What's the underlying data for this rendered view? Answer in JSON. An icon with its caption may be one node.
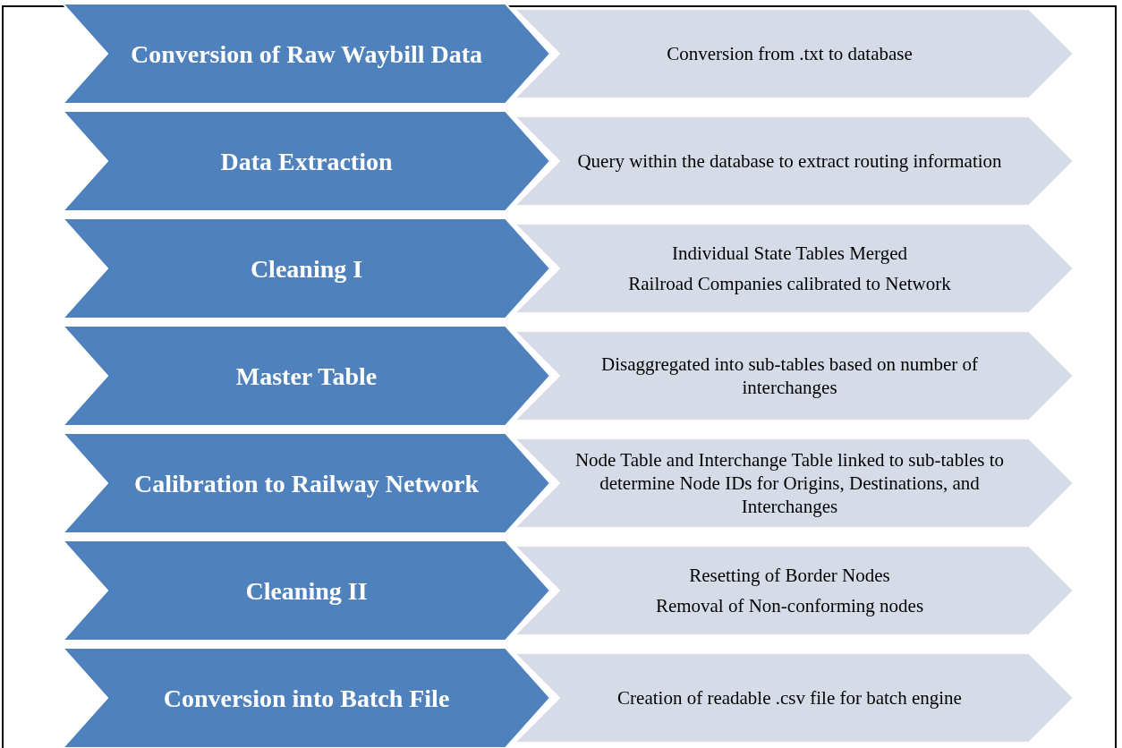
{
  "diagram": {
    "nodes": [
      {
        "text": [
          "Conversion of Raw Waybill Data"
        ]
      },
      {
        "text": [
          "Conversion from .txt to database"
        ]
      },
      {
        "text": [
          "Data Extraction"
        ]
      },
      {
        "text": [
          "Query within the database to extract routing information"
        ]
      },
      {
        "text": [
          "Cleaning I"
        ]
      },
      {
        "text": [
          "Individual State Tables Merged",
          "Railroad Companies calibrated to Network"
        ]
      },
      {
        "text": [
          "Master Table"
        ]
      },
      {
        "text": [
          "Disaggregated into sub-tables based on number of interchanges"
        ]
      },
      {
        "text": [
          "Calibration to Railway Network"
        ]
      },
      {
        "text": [
          "Node Table and Interchange Table linked to sub-tables to determine Node IDs for Origins, Destinations, and Interchanges"
        ]
      },
      {
        "text": [
          "Cleaning II"
        ]
      },
      {
        "text": [
          "Resetting of Border Nodes",
          "Removal of Non-conforming nodes"
        ]
      },
      {
        "text": [
          "Conversion into Batch File"
        ]
      },
      {
        "text": [
          "Creation of readable .csv file for batch engine"
        ]
      }
    ]
  }
}
